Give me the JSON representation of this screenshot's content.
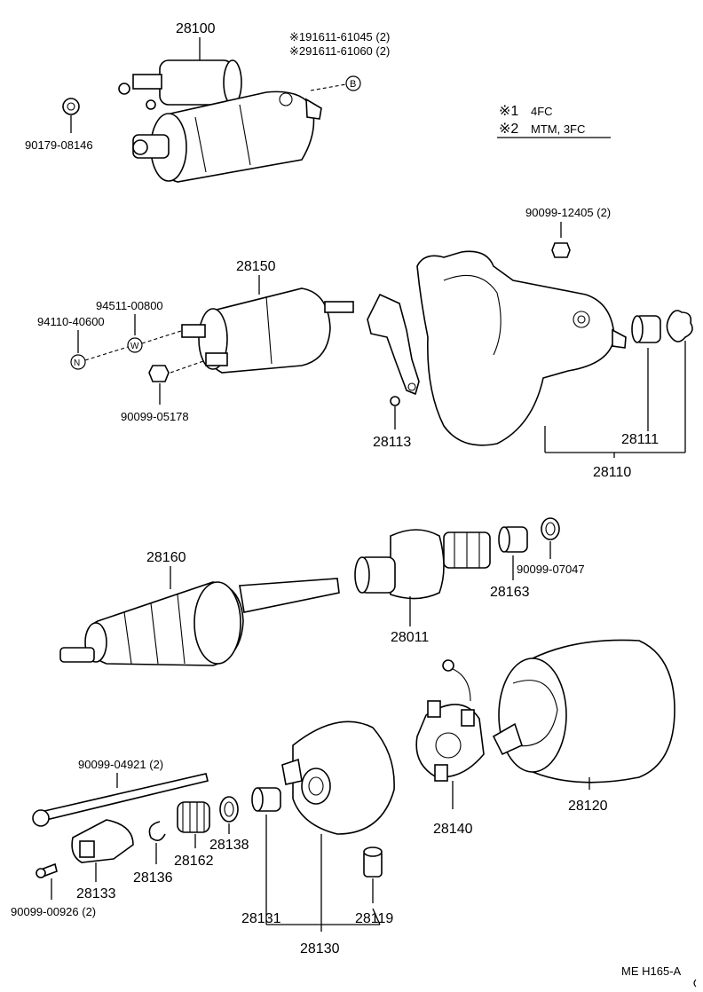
{
  "legend": {
    "line1_mark": "※1",
    "line1_text": "4FC",
    "line2_mark": "※2",
    "line2_text": "MTM, 3FC"
  },
  "assembly": {
    "part_no": "28100",
    "variant1": "※191611-61045 (2)",
    "variant2": "※291611-61060 (2)",
    "ref_marker": "B"
  },
  "labels": {
    "p90179": "90179-08146",
    "p90099_12405": "90099-12405 (2)",
    "p28150": "28150",
    "p94511": "94511-00800",
    "p94110": "94110-40600",
    "marker_w": "W",
    "marker_n": "N",
    "p90099_05178": "90099-05178",
    "p28113": "28113",
    "p28111": "28111",
    "p28110": "28110",
    "p28160": "28160",
    "p28163": "28163",
    "p90099_07047": "90099-07047",
    "p28011": "28011",
    "p90099_04921": "90099-04921 (2)",
    "p28140": "28140",
    "p28120": "28120",
    "p28138": "28138",
    "p28162": "28162",
    "p28133": "28133",
    "p28136": "28136",
    "p90099_00926": "90099-00926 (2)",
    "p28131": "28131",
    "p28119": "28119",
    "p28130": "28130"
  },
  "footer": {
    "code": "ME H165-A"
  }
}
